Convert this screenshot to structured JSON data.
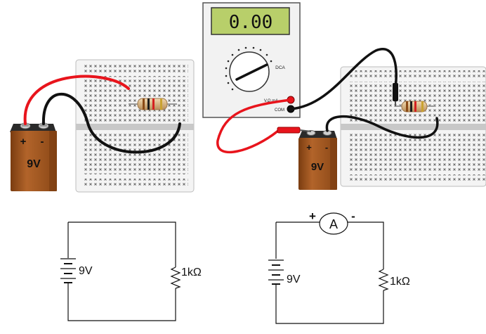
{
  "left_battery": {
    "plus": "+",
    "minus": "-",
    "label": "9V"
  },
  "right_battery": {
    "plus": "+",
    "minus": "-",
    "label": "9V"
  },
  "multimeter": {
    "display": "0.00",
    "dial_mode": "DCA",
    "jack_v_ohm_ma": "V,Ω,mA",
    "jack_com": "COM"
  },
  "schematic_left": {
    "battery_label": "9V",
    "resistor_label": "1kΩ"
  },
  "schematic_right": {
    "battery_label": "9V",
    "resistor_label": "1kΩ",
    "ammeter_symbol": "A",
    "ammeter_plus": "+",
    "ammeter_minus": "-"
  },
  "colors": {
    "wire_red": "#e8141c",
    "wire_black": "#111111",
    "battery_body": "#a8581d",
    "battery_top": "#2a2a2a",
    "breadboard": "#f4f4f4",
    "breadboard_divider": "#c8c8c8",
    "lcd": "#b8cf6a",
    "meter_body": "#f2f2f2",
    "resistor_body": "#dcb98a"
  }
}
